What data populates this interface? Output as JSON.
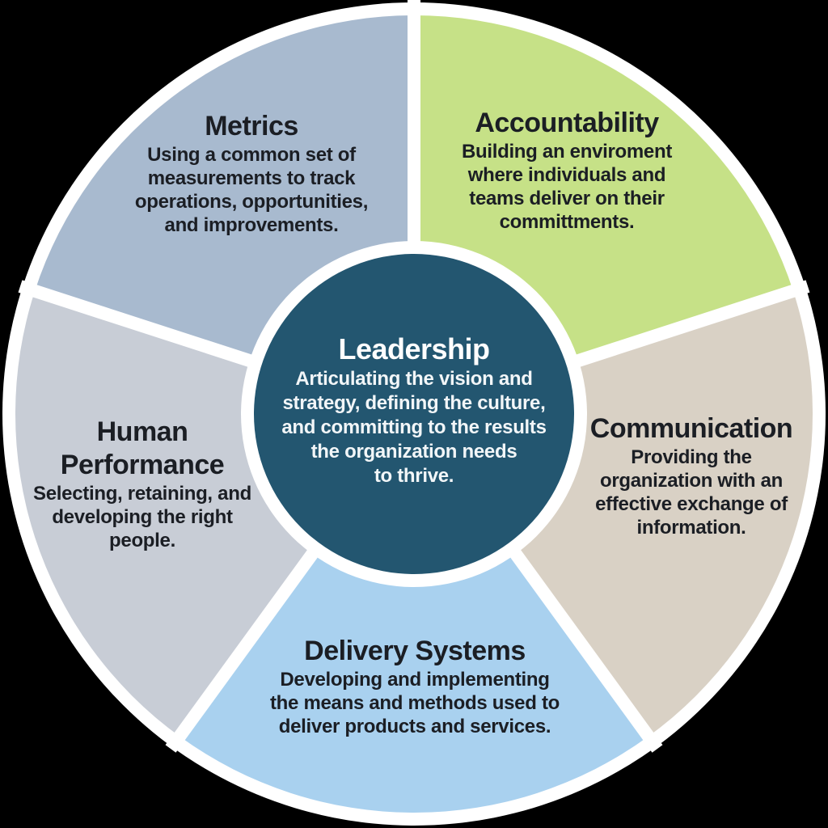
{
  "colors": {
    "background": "#000000",
    "ring": "#ffffff",
    "dark_text": "#1b1e24",
    "center_text": "#f2f6f8"
  },
  "center": {
    "title": "Leadership",
    "body_lines": [
      "Articulating the vision and",
      "strategy, defining the culture,",
      "and committing to the results",
      "the organization needs",
      "to thrive."
    ],
    "color": "#235670"
  },
  "segments": [
    {
      "id": "metrics",
      "title": "Metrics",
      "body_lines": [
        "Using a common set of",
        "measurements to track",
        "operations, opportunities,",
        "and improvements."
      ],
      "color": "#a8bacf"
    },
    {
      "id": "accountability",
      "title": "Accountability",
      "body_lines": [
        "Building an enviroment",
        "where individuals and",
        "teams deliver on their",
        "committments."
      ],
      "color": "#c6e187"
    },
    {
      "id": "communication",
      "title": "Communication",
      "body_lines": [
        "Providing the",
        "organization with an",
        "effective exchange of",
        "information."
      ],
      "color": "#d9d1c5"
    },
    {
      "id": "delivery-systems",
      "title": "Delivery Systems",
      "body_lines": [
        "Developing and implementing",
        "the means and methods used to",
        "deliver products and services."
      ],
      "color": "#a9d1ef"
    },
    {
      "id": "human-performance",
      "title": "Human Performance",
      "title_lines": [
        "Human",
        "Performance"
      ],
      "body_lines": [
        "Selecting, retaining, and",
        "developing the right",
        "people."
      ],
      "color": "#c8cdd6"
    }
  ]
}
